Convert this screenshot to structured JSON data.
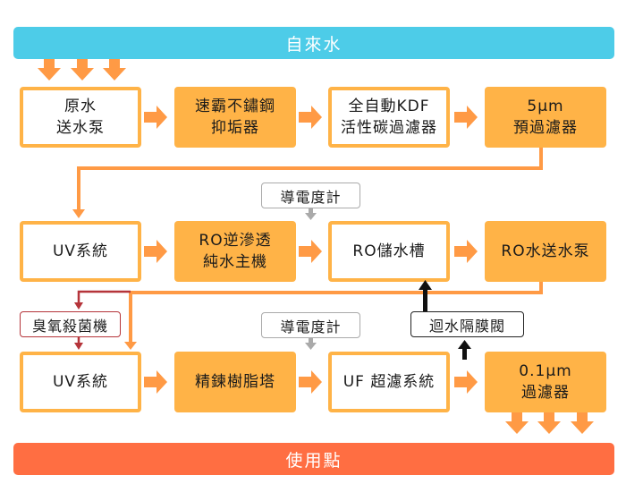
{
  "source": {
    "label": "自來水",
    "color": "#4DCCE8"
  },
  "destination": {
    "label": "使用點",
    "color": "#FF6E42"
  },
  "colors": {
    "accent_orange": "#FFB347",
    "arrow_orange": "#FF9A45",
    "ozone_red": "#B5343A",
    "meter_gray": "#AAAAAA"
  },
  "row1": [
    {
      "label": "原水\n送水泵",
      "style": "outline"
    },
    {
      "label": "速霸不鏽鋼\n抑垢器",
      "style": "filled"
    },
    {
      "label": "全自動KDF\n活性碳過濾器",
      "style": "outline"
    },
    {
      "label": "5μm\n預過濾器",
      "style": "filled"
    }
  ],
  "row2": [
    {
      "label": "UV系統",
      "style": "outline"
    },
    {
      "label": "RO逆滲透\n純水主機",
      "style": "filled"
    },
    {
      "label": "RO儲水槽",
      "style": "outline"
    },
    {
      "label": "RO水送水泵",
      "style": "filled"
    }
  ],
  "row3": [
    {
      "label": "UV系統",
      "style": "outline"
    },
    {
      "label": "精鍊樹脂塔",
      "style": "filled"
    },
    {
      "label": "UF 超濾系統",
      "style": "outline"
    },
    {
      "label": "0.1μm\n過濾器",
      "style": "filled"
    }
  ],
  "side_units": {
    "conductivity_meter_1": "導電度計",
    "conductivity_meter_2": "導電度計",
    "ozone_sterilizer": "臭氧殺菌機",
    "return_valve": "迴水隔膜閥"
  }
}
